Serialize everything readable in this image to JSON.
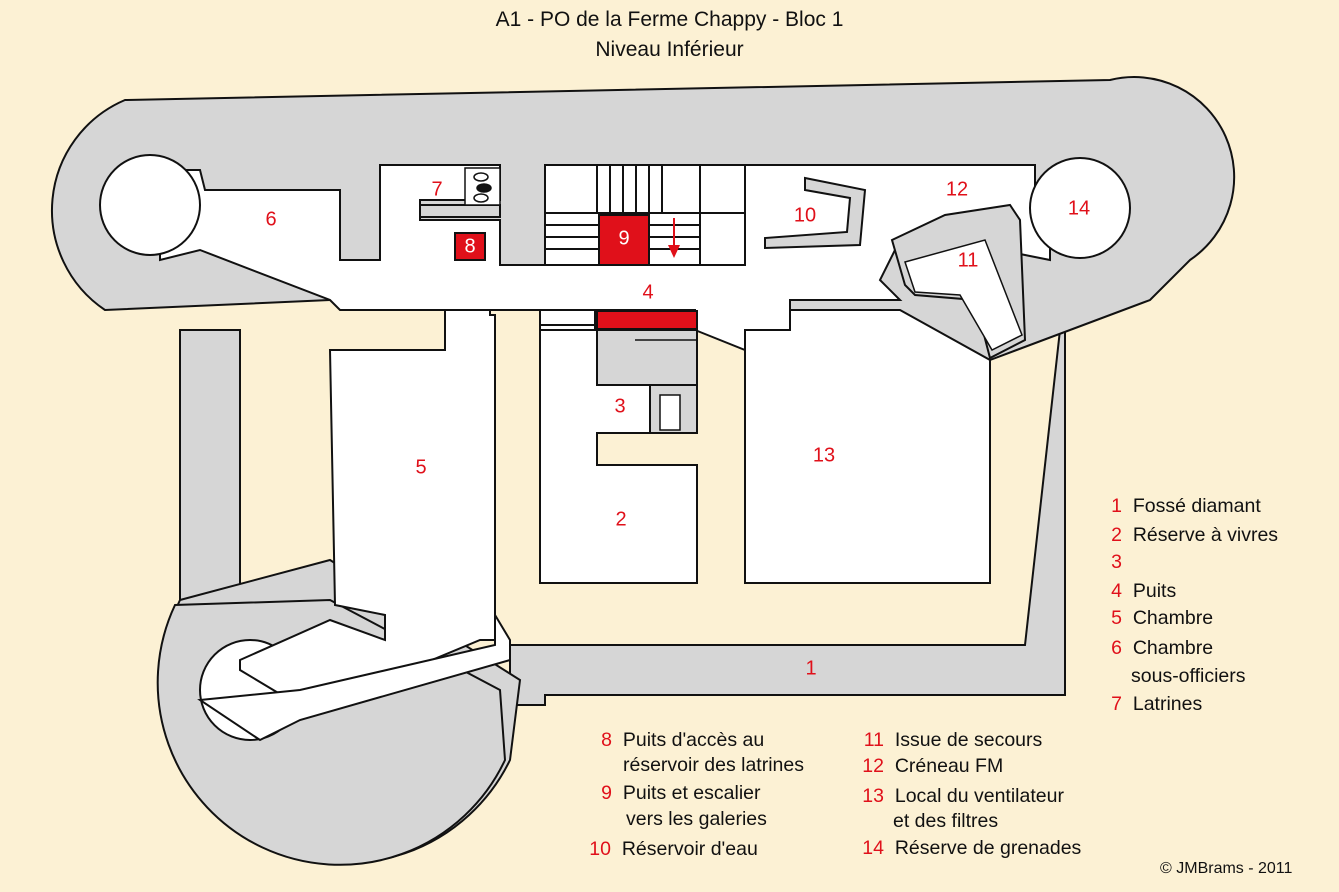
{
  "title": {
    "line1": "A1 - PO de la Ferme Chappy - Bloc 1",
    "line2": "Niveau Inférieur"
  },
  "colors": {
    "background": "#fcf1d4",
    "wall": "#d6d6d6",
    "room": "#ffffff",
    "highlight": "#e0101a",
    "outline": "#111111"
  },
  "plan_labels": {
    "l1": "1",
    "l2": "2",
    "l3": "3",
    "l4": "4",
    "l5": "5",
    "l6": "6",
    "l7": "7",
    "l8": "8",
    "l9": "9",
    "l10": "10",
    "l11": "11",
    "l12": "12",
    "l13": "13",
    "l14": "14"
  },
  "legend": [
    {
      "num": "1",
      "text": "Fossé diamant"
    },
    {
      "num": "2",
      "text": "Réserve à vivres"
    },
    {
      "num": "3",
      "text": ""
    },
    {
      "num": "4",
      "text": "Puits"
    },
    {
      "num": "5",
      "text": "Chambre"
    },
    {
      "num": "6",
      "text": "Chambre",
      "text2": "sous-officiers"
    },
    {
      "num": "7",
      "text": "Latrines"
    },
    {
      "num": "8",
      "text": "Puits d'accès au",
      "text2": "réservoir des latrines"
    },
    {
      "num": "9",
      "text": "Puits et escalier",
      "text2": "vers les galeries"
    },
    {
      "num": "10",
      "text": "Réservoir d'eau"
    },
    {
      "num": "11",
      "text": "Issue de secours"
    },
    {
      "num": "12",
      "text": "Créneau FM"
    },
    {
      "num": "13",
      "text": "Local du ventilateur",
      "text2": "et des filtres"
    },
    {
      "num": "14",
      "text": "Réserve de grenades"
    }
  ],
  "copyright": "©  JMBrams  -  2011"
}
